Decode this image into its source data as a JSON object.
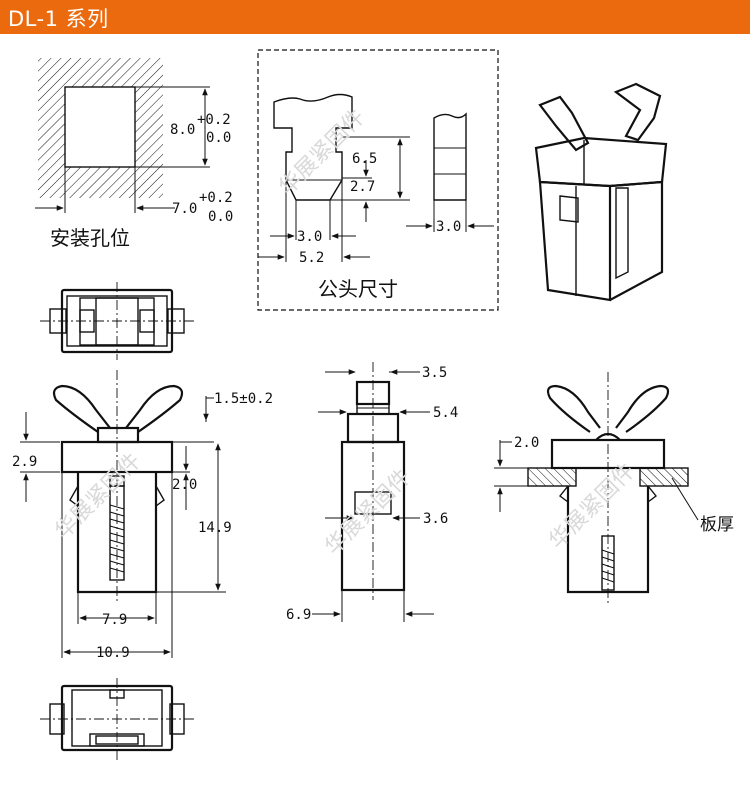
{
  "header": {
    "title": "DL-1 系列",
    "bg_color": "#ec6a0e",
    "text_color": "#ffffff"
  },
  "captions": {
    "mounting_hole": "安装孔位",
    "male_head": "公头尺寸",
    "board": "板厚"
  },
  "dimensions": {
    "hole_height": "8.0",
    "hole_height_tol_upper": "+0.2",
    "hole_height_tol_lower": "0.0",
    "hole_width": "7.0",
    "hole_width_tol_upper": "+0.2",
    "hole_width_tol_lower": "0.0",
    "male_65": "6.5",
    "male_27": "2.7",
    "male_30a": "3.0",
    "male_52": "5.2",
    "male_30b": "3.0",
    "front_15": "1.5±0.2",
    "front_29": "2.9",
    "front_20": "2.0",
    "front_149": "14.9",
    "front_79": "7.9",
    "front_109": "10.9",
    "side_35": "3.5",
    "side_54": "5.4",
    "side_36": "3.6",
    "side_69": "6.9",
    "install_20": "2.0"
  },
  "watermark": "华展紧固件"
}
